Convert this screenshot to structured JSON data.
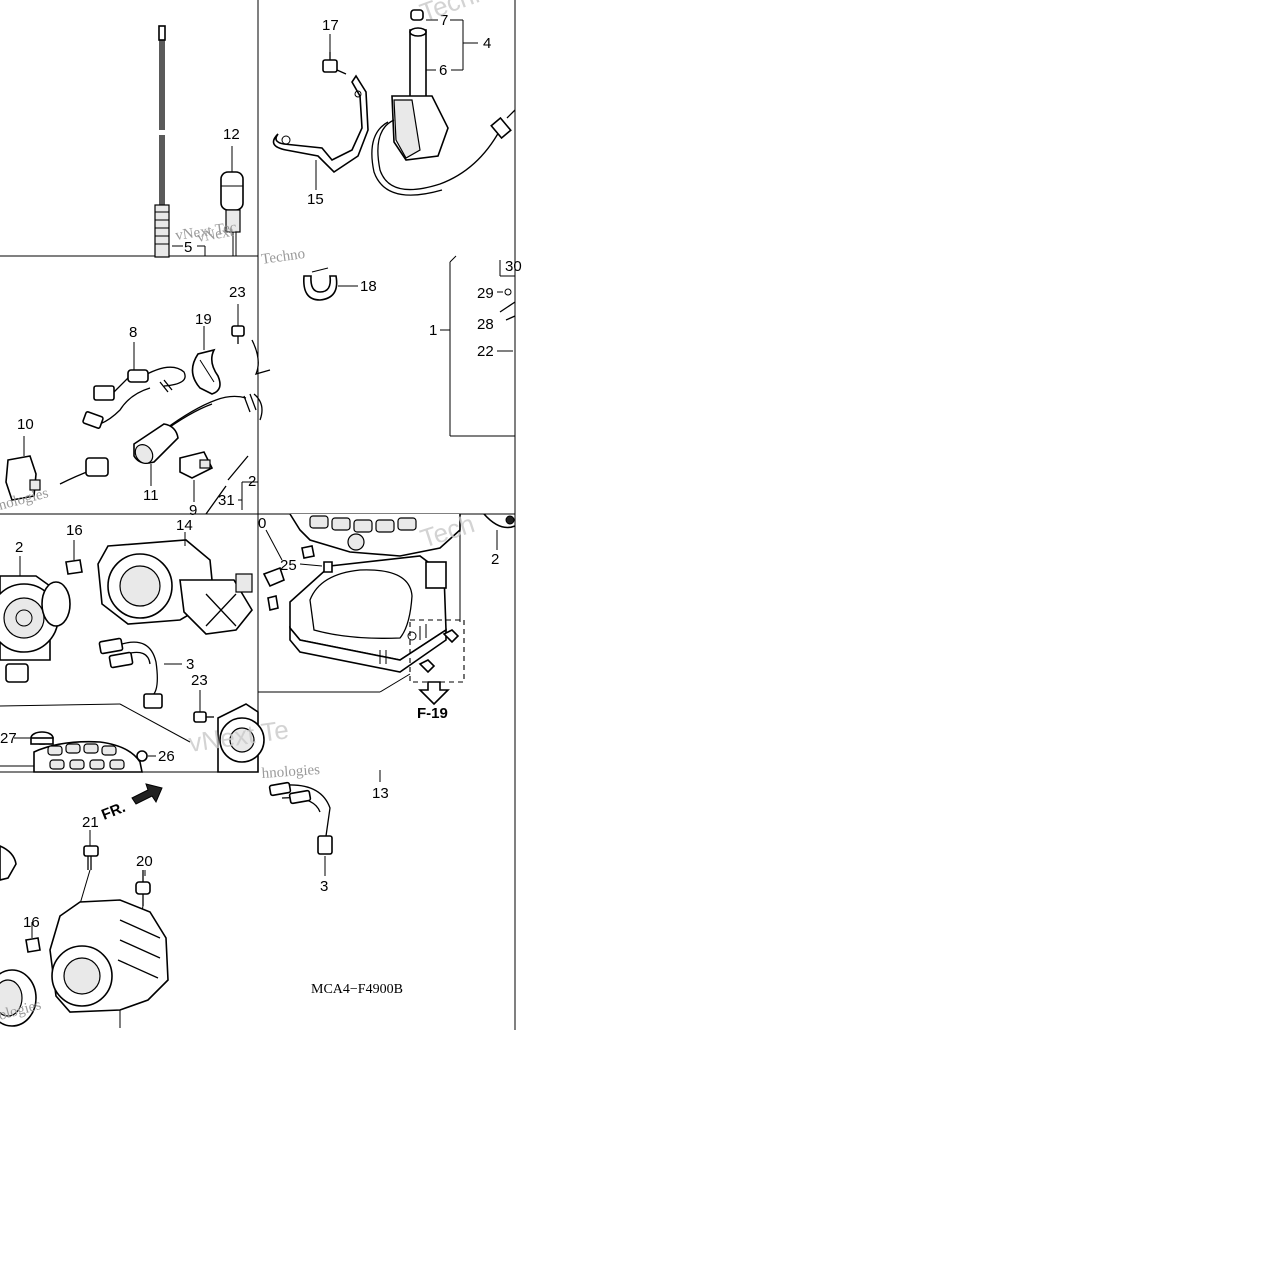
{
  "callouts": [
    {
      "id": "17",
      "label": "17"
    },
    {
      "id": "7",
      "label": "7"
    },
    {
      "id": "4",
      "label": "4"
    },
    {
      "id": "6",
      "label": "6"
    },
    {
      "id": "12",
      "label": "12"
    },
    {
      "id": "15",
      "label": "15"
    },
    {
      "id": "5",
      "label": "5"
    },
    {
      "id": "18",
      "label": "18"
    },
    {
      "id": "23a",
      "label": "23"
    },
    {
      "id": "8",
      "label": "8"
    },
    {
      "id": "19",
      "label": "19"
    },
    {
      "id": "30",
      "label": "30"
    },
    {
      "id": "29",
      "label": "29"
    },
    {
      "id": "28",
      "label": "28"
    },
    {
      "id": "1",
      "label": "1"
    },
    {
      "id": "22",
      "label": "22"
    },
    {
      "id": "10",
      "label": "10"
    },
    {
      "id": "11",
      "label": "11"
    },
    {
      "id": "9",
      "label": "9"
    },
    {
      "id": "24",
      "label": "2"
    },
    {
      "id": "31",
      "label": "31"
    },
    {
      "id": "2a",
      "label": "2"
    },
    {
      "id": "16a",
      "label": "16"
    },
    {
      "id": "14",
      "label": "14"
    },
    {
      "id": "25",
      "label": "25"
    },
    {
      "id": "2b",
      "label": "2"
    },
    {
      "id": "30b",
      "label": "0"
    },
    {
      "id": "3a",
      "label": "3"
    },
    {
      "id": "23b",
      "label": "23"
    },
    {
      "id": "27",
      "label": "27"
    },
    {
      "id": "26",
      "label": "26"
    },
    {
      "id": "13",
      "label": "13"
    },
    {
      "id": "21",
      "label": "21"
    },
    {
      "id": "20",
      "label": "20"
    },
    {
      "id": "3b",
      "label": "3"
    },
    {
      "id": "16b",
      "label": "16"
    }
  ],
  "reference": "F-19",
  "direction_label": "FR.",
  "diagram_code": "MCA4−F4900B",
  "watermarks": [
    "vNext",
    "Technologies",
    "Techno",
    "nologies",
    "vNext Te",
    "hnologies",
    "Tech",
    "ologies",
    "vNext Tec"
  ]
}
